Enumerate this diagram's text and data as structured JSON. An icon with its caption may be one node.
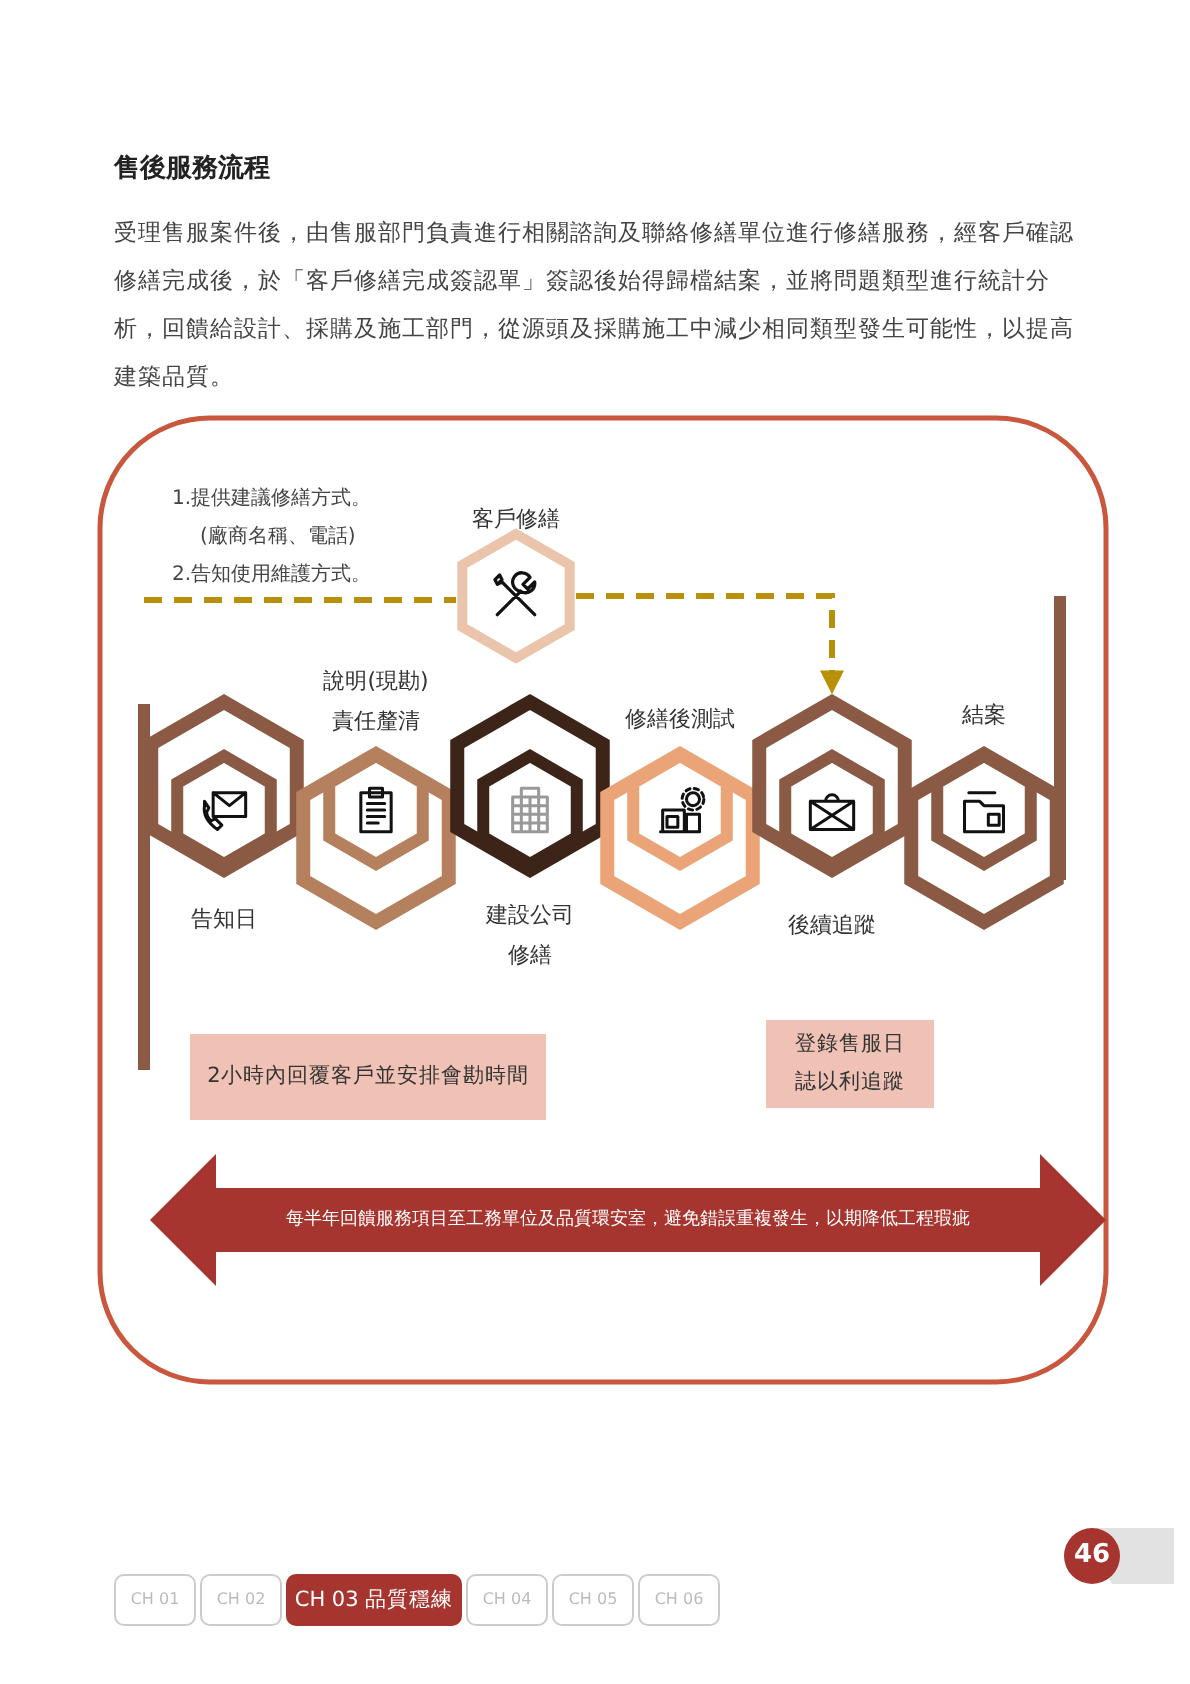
{
  "diagram": {
    "title": "售後服務流程",
    "nodes": [
      {
        "text": [
          "客戶修繕"
        ]
      },
      {
        "text": [
          "告知日"
        ]
      },
      {
        "text": [
          "說明(現勘)責任釐清"
        ]
      },
      {
        "text": [
          "建設公司修繕"
        ]
      },
      {
        "text": [
          "修繕後測試"
        ]
      },
      {
        "text": [
          "後續追蹤"
        ]
      },
      {
        "text": [
          "結案"
        ]
      },
      {
        "text": [
          "2小時內回覆客戶並安排會勘時間"
        ]
      },
      {
        "text": [
          "登錄售服日誌以利追蹤"
        ]
      },
      {
        "text": [
          "每半年回饋服務項目至工務單位及品質環安室，避免錯誤重複發生，以期降低工程瑕疵"
        ]
      }
    ],
    "edges": [
      {
        "from": null,
        "to": 0,
        "arrow": "none",
        "style": "dashed"
      },
      {
        "from": 0,
        "to": 5,
        "arrow": "to",
        "style": "dashed"
      }
    ],
    "labels": [
      "受理售服案件後，由售服部門負責進行相關諮詢及聯絡修繕單位進行修繕服務，經客戶確認修繕完成後，於「客戶修繕完成簽認單」簽認後始得歸檔結案，並將問題類型進行統計分析，回饋給設計、採購及施工部門，從源頭及採購施工中減少相同類型發生可能性，以提高建築品質。",
      "1.提供建議修繕方式。",
      "(廠商名稱、電話)",
      "2.告知使用維護方式。",
      "46",
      "CH 01",
      "CH 02",
      "CH 03 品質穩練",
      "CH 04",
      "CH 05",
      "CH 06"
    ]
  }
}
